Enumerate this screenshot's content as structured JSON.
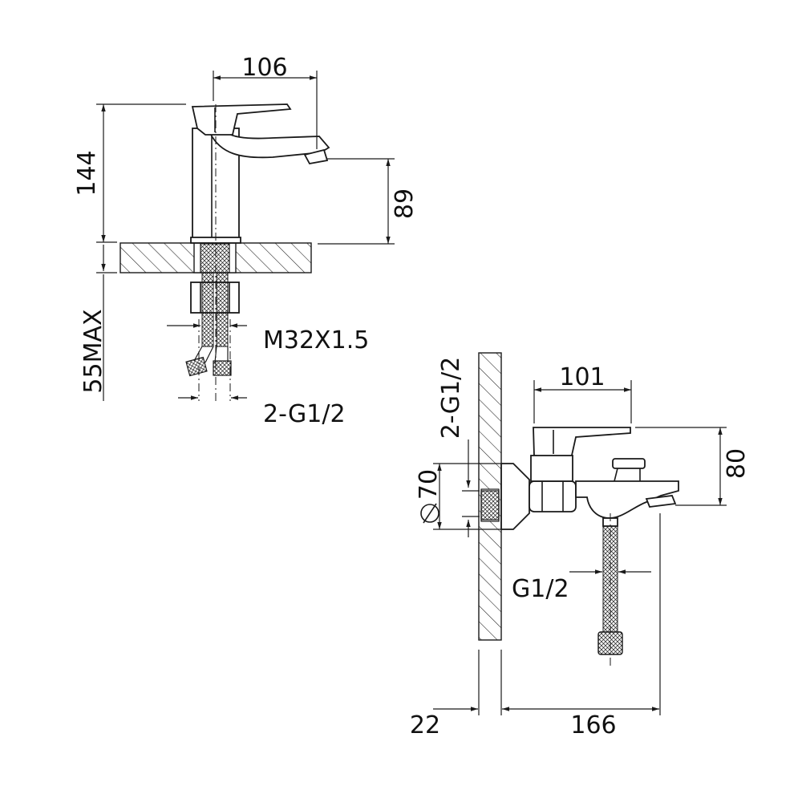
{
  "basin_mixer": {
    "dims": {
      "width_top": "106",
      "height_total": "144",
      "spout_height": "89",
      "deck_thickness": "55MAX",
      "thread": "M32X1.5",
      "inlets": "2-G1/2"
    }
  },
  "bath_mixer": {
    "dims": {
      "width_top": "101",
      "height": "80",
      "inlets": "2-G1/2",
      "flange_diameter": "70",
      "outlet_thread": "G1/2",
      "wall_offset": "22",
      "projection": "166"
    }
  },
  "colors": {
    "line": "#1a1a1a",
    "background": "#ffffff"
  }
}
